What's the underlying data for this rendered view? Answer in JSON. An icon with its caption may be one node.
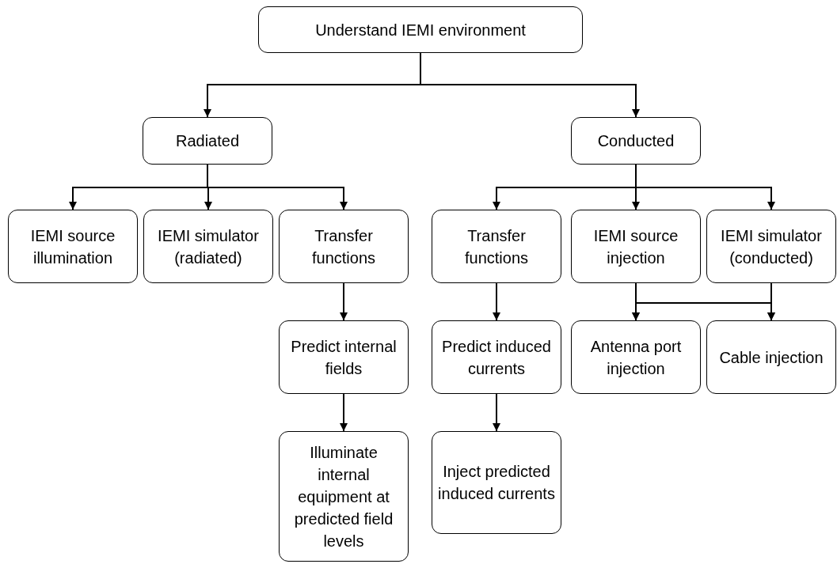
{
  "diagram": {
    "nodes": [
      {
        "text": [
          "Understand IEMI environment"
        ]
      },
      {
        "text": [
          "Radiated"
        ]
      },
      {
        "text": [
          "Conducted"
        ]
      },
      {
        "text": [
          "IEMI source illumination"
        ]
      },
      {
        "text": [
          "IEMI simulator (radiated)"
        ]
      },
      {
        "text": [
          "Transfer functions"
        ]
      },
      {
        "text": [
          "Transfer functions"
        ]
      },
      {
        "text": [
          "IEMI source injection"
        ]
      },
      {
        "text": [
          "IEMI simulator (conducted)"
        ]
      },
      {
        "text": [
          "Predict internal fields"
        ]
      },
      {
        "text": [
          "Predict induced currents"
        ]
      },
      {
        "text": [
          "Antenna port injection"
        ]
      },
      {
        "text": [
          "Cable injection"
        ]
      },
      {
        "text": [
          "Illuminate internal equipment at predicted field levels"
        ]
      },
      {
        "text": [
          "Inject predicted induced currents"
        ]
      }
    ],
    "edges": [
      {
        "from": 0,
        "to": 1,
        "arrow": "to"
      },
      {
        "from": 0,
        "to": 2,
        "arrow": "to"
      },
      {
        "from": 1,
        "to": 3,
        "arrow": "to"
      },
      {
        "from": 1,
        "to": 4,
        "arrow": "to"
      },
      {
        "from": 1,
        "to": 5,
        "arrow": "to"
      },
      {
        "from": 2,
        "to": 6,
        "arrow": "to"
      },
      {
        "from": 2,
        "to": 7,
        "arrow": "to"
      },
      {
        "from": 2,
        "to": 8,
        "arrow": "to"
      },
      {
        "from": 5,
        "to": 9,
        "arrow": "to"
      },
      {
        "from": 9,
        "to": 13,
        "arrow": "to"
      },
      {
        "from": 6,
        "to": 10,
        "arrow": "to"
      },
      {
        "from": 10,
        "to": 14,
        "arrow": "to"
      },
      {
        "from": 7,
        "to": 11,
        "arrow": "to"
      },
      {
        "from": 7,
        "to": 12,
        "arrow": "to"
      },
      {
        "from": 8,
        "to": 11,
        "arrow": "to"
      },
      {
        "from": 8,
        "to": 12,
        "arrow": "to"
      }
    ]
  }
}
